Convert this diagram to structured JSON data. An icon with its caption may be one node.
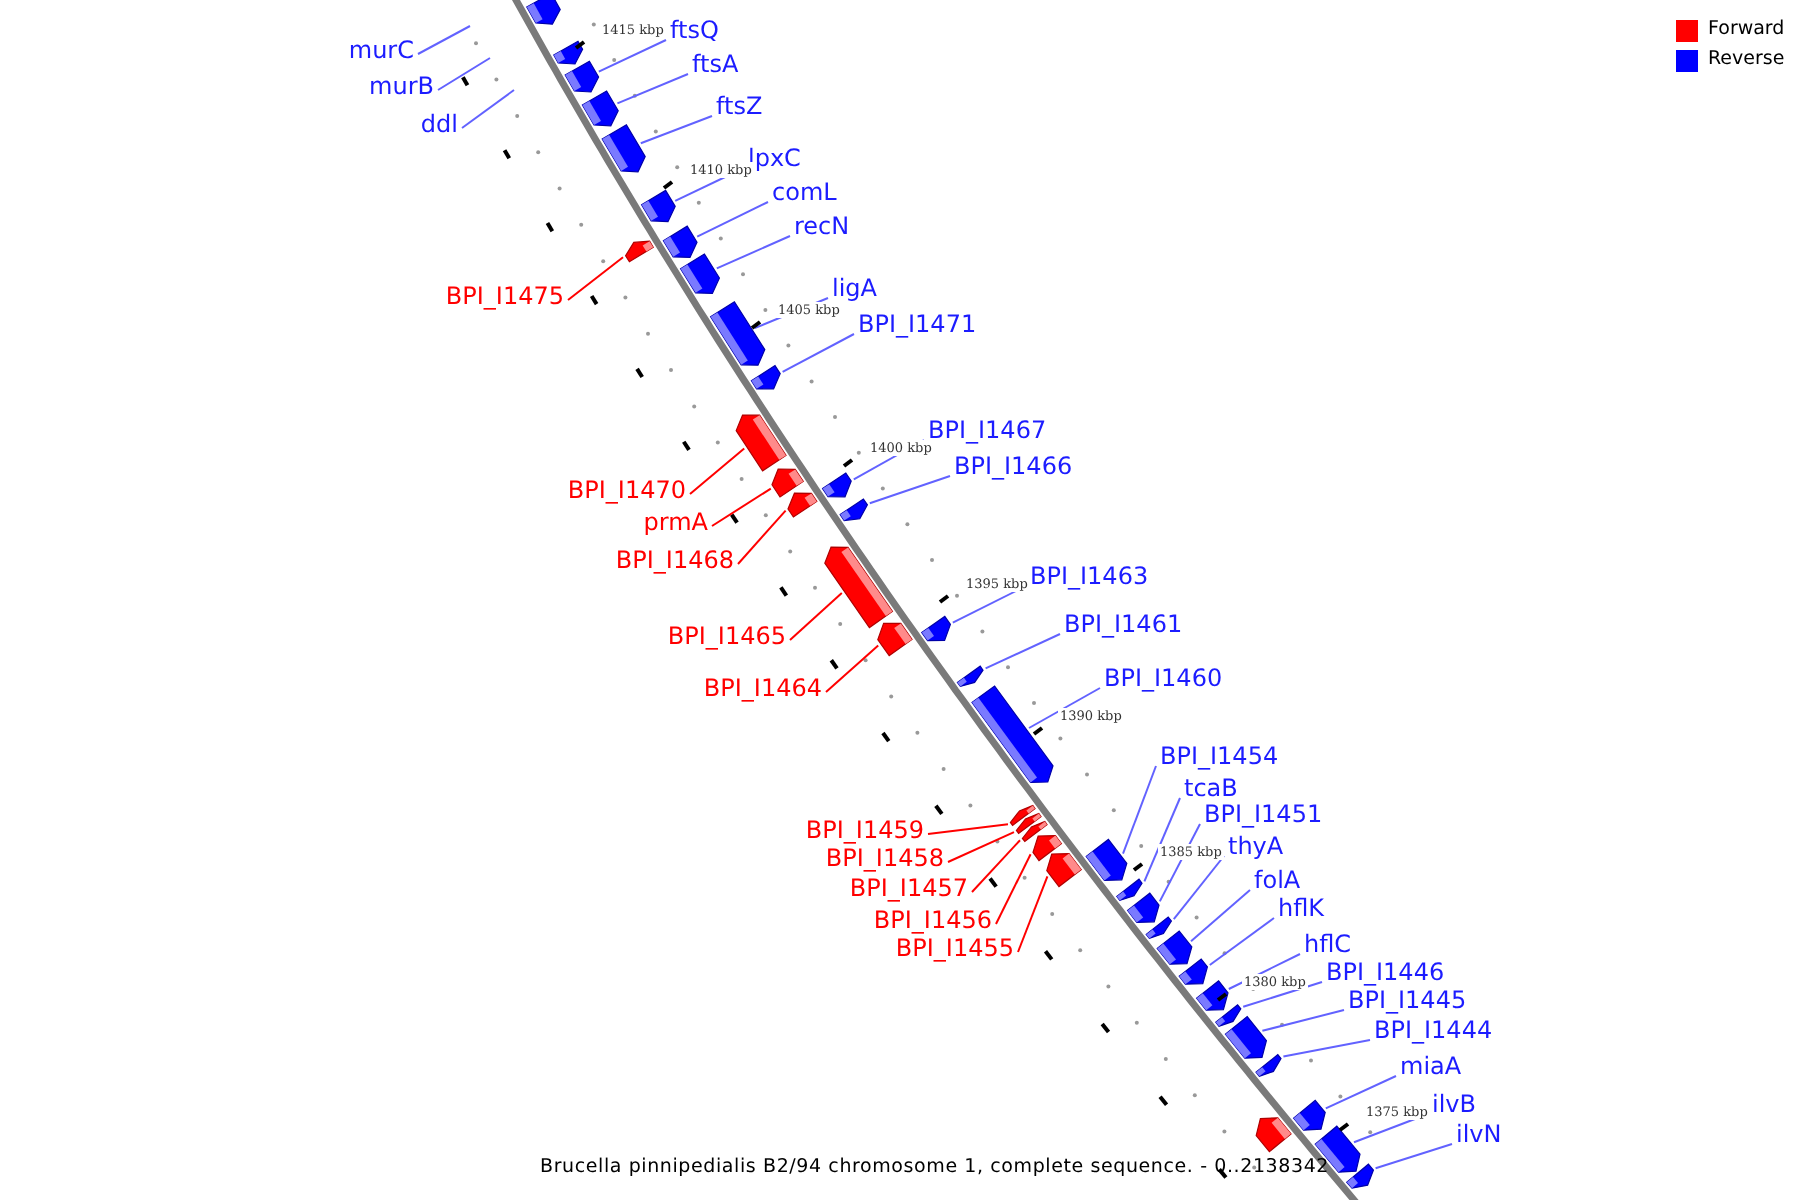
{
  "diagram": {
    "caption": "Brucella pinnipedialis B2/94 chromosome 1, complete sequence. - 0..2138342",
    "nodes": [
      {
        "text": [
          "ftsQ"
        ]
      },
      {
        "text": [
          "murC"
        ]
      },
      {
        "text": [
          "ftsA"
        ]
      },
      {
        "text": [
          "murB"
        ]
      },
      {
        "text": [
          "ftsZ"
        ]
      },
      {
        "text": [
          "ddl"
        ]
      },
      {
        "text": [
          "lpxC"
        ]
      },
      {
        "text": [
          "comL"
        ]
      },
      {
        "text": [
          "recN"
        ]
      },
      {
        "text": [
          "ligA"
        ]
      },
      {
        "text": [
          "BPI_I1475"
        ]
      },
      {
        "text": [
          "BPI_I1471"
        ]
      },
      {
        "text": [
          "BPI_I1467"
        ]
      },
      {
        "text": [
          "BPI_I1466"
        ]
      },
      {
        "text": [
          "BPI_I1470"
        ]
      },
      {
        "text": [
          "prmA"
        ]
      },
      {
        "text": [
          "BPI_I1468"
        ]
      },
      {
        "text": [
          "BPI_I1463"
        ]
      },
      {
        "text": [
          "BPI_I1461"
        ]
      },
      {
        "text": [
          "BPI_I1465"
        ]
      },
      {
        "text": [
          "BPI_I1460"
        ]
      },
      {
        "text": [
          "BPI_I1464"
        ]
      },
      {
        "text": [
          "BPI_I1454"
        ]
      },
      {
        "text": [
          "tcaB"
        ]
      },
      {
        "text": [
          "BPI_I1451"
        ]
      },
      {
        "text": [
          "BPI_I1459"
        ]
      },
      {
        "text": [
          "thyA"
        ]
      },
      {
        "text": [
          "BPI_I1458"
        ]
      },
      {
        "text": [
          "folA"
        ]
      },
      {
        "text": [
          "BPI_I1457"
        ]
      },
      {
        "text": [
          "hflK"
        ]
      },
      {
        "text": [
          "BPI_I1456"
        ]
      },
      {
        "text": [
          "hflC"
        ]
      },
      {
        "text": [
          "BPI_I1455"
        ]
      },
      {
        "text": [
          "BPI_I1446"
        ]
      },
      {
        "text": [
          "BPI_I1445"
        ]
      },
      {
        "text": [
          "BPI_I1444"
        ]
      },
      {
        "text": [
          "miaA"
        ]
      },
      {
        "text": [
          "ilvB"
        ]
      },
      {
        "text": [
          "ilvN"
        ]
      },
      {
        "text": [],
        "shape": "box"
      },
      {
        "text": [],
        "shape": "box"
      },
      {
        "text": [],
        "shape": "box"
      },
      {
        "text": [],
        "shape": "box"
      },
      {
        "text": [],
        "shape": "box"
      },
      {
        "text": [],
        "shape": "box"
      },
      {
        "text": [],
        "shape": "box"
      },
      {
        "text": [],
        "shape": "box"
      },
      {
        "text": [],
        "shape": "box"
      },
      {
        "text": [],
        "shape": "box"
      },
      {
        "text": [],
        "shape": "box"
      },
      {
        "text": [],
        "shape": "box"
      },
      {
        "text": [],
        "shape": "box"
      },
      {
        "text": [],
        "shape": "box"
      },
      {
        "text": [],
        "shape": "box"
      },
      {
        "text": [],
        "shape": "box"
      },
      {
        "text": [],
        "shape": "box"
      },
      {
        "text": [],
        "shape": "box"
      },
      {
        "text": [],
        "shape": "box"
      },
      {
        "text": [],
        "shape": "box"
      },
      {
        "text": [],
        "shape": "box"
      },
      {
        "text": [],
        "shape": "box"
      },
      {
        "text": [],
        "shape": "box"
      },
      {
        "text": [],
        "shape": "box"
      },
      {
        "text": [],
        "shape": "box"
      },
      {
        "text": [],
        "shape": "box"
      },
      {
        "text": [],
        "shape": "box"
      },
      {
        "text": [],
        "shape": "box"
      },
      {
        "text": [],
        "shape": "box"
      },
      {
        "text": [],
        "shape": "box"
      },
      {
        "text": [],
        "shape": "box"
      },
      {
        "text": [],
        "shape": "box"
      },
      {
        "text": [],
        "shape": "box"
      },
      {
        "text": [],
        "shape": "box"
      },
      {
        "text": [],
        "shape": "box"
      },
      {
        "text": [],
        "shape": "box"
      },
      {
        "text": [],
        "shape": "box"
      },
      {
        "text": [],
        "shape": "box"
      },
      {
        "text": [],
        "shape": "box"
      },
      {
        "text": [],
        "shape": "box"
      }
    ],
    "edges": [
      {
        "from": 0,
        "to": 42,
        "arrow": "none"
      },
      {
        "from": 1,
        "to": null,
        "arrow": "none"
      },
      {
        "from": 2,
        "to": 43,
        "arrow": "none"
      },
      {
        "from": 3,
        "to": null,
        "arrow": "none"
      },
      {
        "from": 4,
        "to": 44,
        "arrow": "none"
      },
      {
        "from": 5,
        "to": null,
        "arrow": "none"
      },
      {
        "from": 6,
        "to": 45,
        "arrow": "none"
      },
      {
        "from": 7,
        "to": 47,
        "arrow": "none"
      },
      {
        "from": 8,
        "to": 48,
        "arrow": "none"
      },
      {
        "from": 9,
        "to": 49,
        "arrow": "none"
      },
      {
        "from": 10,
        "to": 46,
        "arrow": "none",
        "color": "#ff0000"
      },
      {
        "from": 11,
        "to": 50,
        "arrow": "none"
      },
      {
        "from": 12,
        "to": 54,
        "arrow": "none"
      },
      {
        "from": 13,
        "to": 55,
        "arrow": "none"
      },
      {
        "from": 14,
        "to": 51,
        "arrow": "none",
        "color": "#ff0000"
      },
      {
        "from": 15,
        "to": 52,
        "arrow": "none",
        "color": "#ff0000"
      },
      {
        "from": 16,
        "to": 53,
        "arrow": "none",
        "color": "#ff0000"
      },
      {
        "from": 17,
        "to": 58,
        "arrow": "none"
      },
      {
        "from": 18,
        "to": 59,
        "arrow": "none"
      },
      {
        "from": 19,
        "to": 56,
        "arrow": "none",
        "color": "#ff0000"
      },
      {
        "from": 20,
        "to": 60,
        "arrow": "none"
      },
      {
        "from": 21,
        "to": 57,
        "arrow": "none",
        "color": "#ff0000"
      },
      {
        "from": 22,
        "to": 66,
        "arrow": "none"
      },
      {
        "from": 23,
        "to": 67,
        "arrow": "none"
      },
      {
        "from": 24,
        "to": 68,
        "arrow": "none"
      },
      {
        "from": 25,
        "to": 61,
        "arrow": "none",
        "color": "#ff0000"
      },
      {
        "from": 26,
        "to": 69,
        "arrow": "none"
      },
      {
        "from": 27,
        "to": 62,
        "arrow": "none",
        "color": "#ff0000"
      },
      {
        "from": 28,
        "to": 70,
        "arrow": "none"
      },
      {
        "from": 29,
        "to": 63,
        "arrow": "none",
        "color": "#ff0000"
      },
      {
        "from": 30,
        "to": 71,
        "arrow": "none"
      },
      {
        "from": 31,
        "to": 64,
        "arrow": "none",
        "color": "#ff0000"
      },
      {
        "from": 32,
        "to": 72,
        "arrow": "none"
      },
      {
        "from": 33,
        "to": 65,
        "arrow": "none",
        "color": "#ff0000"
      },
      {
        "from": 34,
        "to": 73,
        "arrow": "none"
      },
      {
        "from": 35,
        "to": 74,
        "arrow": "none"
      },
      {
        "from": 36,
        "to": 75,
        "arrow": "none"
      },
      {
        "from": 37,
        "to": 77,
        "arrow": "none"
      },
      {
        "from": 38,
        "to": 78,
        "arrow": "none"
      },
      {
        "from": 39,
        "to": 79,
        "arrow": "none"
      }
    ],
    "labels": [
      "1415 kbp",
      "1410 kbp",
      "1405 kbp",
      "1400 kbp",
      "1395 kbp",
      "1390 kbp",
      "1385 kbp",
      "1380 kbp",
      "1375 kbp"
    ],
    "legend": [
      {
        "text": "Forward",
        "color": "#ff0000"
      },
      {
        "text": "Reverse",
        "color": "#0000ff"
      }
    ]
  }
}
